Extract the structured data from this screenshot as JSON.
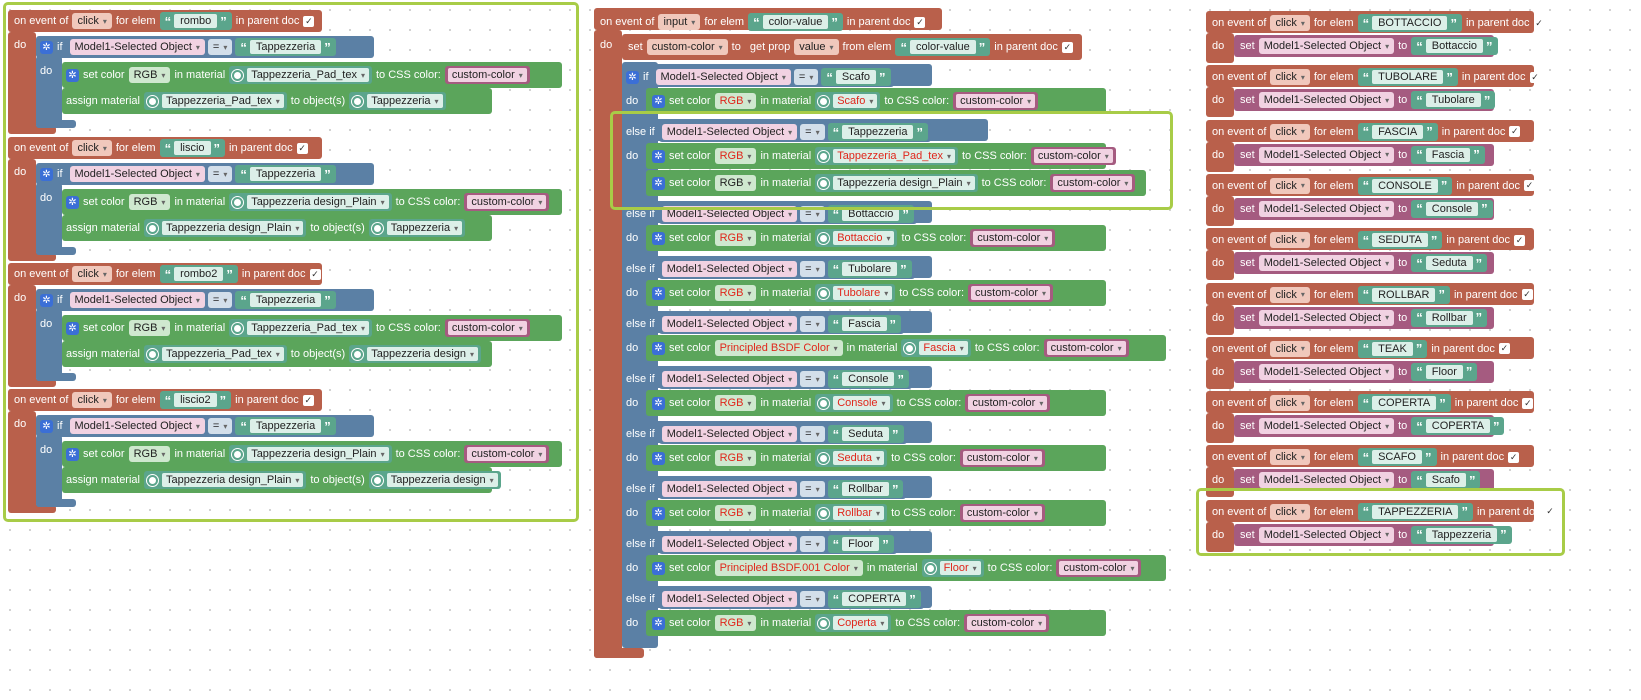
{
  "workspace": {
    "title": "Blockly workspace"
  },
  "common": {
    "on_event": "on event of",
    "for_elem": "for elem",
    "in_parent_doc": "in parent doc",
    "do": "do",
    "if": "if",
    "else_if": "else if",
    "set_color": "set color",
    "in_material": "in material",
    "to_css": "to CSS color:",
    "assign_material": "assign material",
    "to_objects": "to object(s)",
    "set": "set",
    "to": "to",
    "get_prop": "get prop",
    "from_elem": "from elem",
    "eq": "=",
    "selected": "Model1-Selected Object",
    "custom_color": "custom-color",
    "rgb": "RGB",
    "click": "click",
    "input": "input",
    "value": "value"
  },
  "left": {
    "g1": {
      "elem": "rombo",
      "cmp": "Tappezzeria",
      "mat": "Tappezzeria_Pad_tex",
      "assign_mat": "Tappezzeria_Pad_tex",
      "obj": "Tappezzeria"
    },
    "g2": {
      "elem": "liscio",
      "cmp": "Tappezzeria",
      "mat": "Tappezzeria design_Plain",
      "assign_mat": "Tappezzeria design_Plain",
      "obj": "Tappezzeria"
    },
    "g3": {
      "elem": "rombo2",
      "cmp": "Tappezzeria",
      "mat": "Tappezzeria_Pad_tex",
      "assign_mat": "Tappezzeria_Pad_tex",
      "obj": "Tappezzeria design"
    },
    "g4": {
      "elem": "liscio2",
      "cmp": "Tappezzeria",
      "mat": "Tappezzeria design_Plain",
      "assign_mat": "Tappezzeria design_Plain",
      "obj": "Tappezzeria design"
    }
  },
  "middle": {
    "elem": "color-value",
    "var": "custom-color",
    "branches": [
      {
        "cmp": "Scafo",
        "mode": "RGB",
        "mat": "Scafo"
      },
      {
        "cmp": "Tappezzeria",
        "mode": "RGB",
        "mat": "Tappezzeria_Pad_tex",
        "mode2": "RGB",
        "mat2": "Tappezzeria design_Plain"
      },
      {
        "cmp": "Bottaccio",
        "mode": "RGB",
        "mat": "Bottaccio"
      },
      {
        "cmp": "Tubolare",
        "mode": "RGB",
        "mat": "Tubolare"
      },
      {
        "cmp": "Fascia",
        "mode": "Principled BSDF Color",
        "mat": "Fascia"
      },
      {
        "cmp": "Console",
        "mode": "RGB",
        "mat": "Console"
      },
      {
        "cmp": "Seduta",
        "mode": "RGB",
        "mat": "Seduta"
      },
      {
        "cmp": "Rollbar",
        "mode": "RGB",
        "mat": "Rollbar"
      },
      {
        "cmp": "Floor",
        "mode": "Principled BSDF.001 Color",
        "mat": "Floor"
      },
      {
        "cmp": "COPERTA",
        "mode": "RGB",
        "mat": "Coperta"
      }
    ]
  },
  "right": [
    {
      "elem": "BOTTACCIO",
      "val": "Bottaccio"
    },
    {
      "elem": "TUBOLARE",
      "val": "Tubolare"
    },
    {
      "elem": "FASCIA",
      "val": "Fascia"
    },
    {
      "elem": "CONSOLE",
      "val": "Console"
    },
    {
      "elem": "SEDUTA",
      "val": "Seduta"
    },
    {
      "elem": "ROLLBAR",
      "val": "Rollbar"
    },
    {
      "elem": "TEAK",
      "val": "Floor"
    },
    {
      "elem": "COPERTA",
      "val": "COPERTA"
    },
    {
      "elem": "SCAFO",
      "val": "Scafo"
    },
    {
      "elem": "TAPPEZZERIA",
      "val": "Tappezzeria"
    }
  ],
  "colors": {
    "event": "#b9604b",
    "logic": "#5b80a5",
    "scene": "#5ba55b",
    "variable": "#a55b80",
    "text": "#5ba58c",
    "highlight": "#a8cc47"
  }
}
